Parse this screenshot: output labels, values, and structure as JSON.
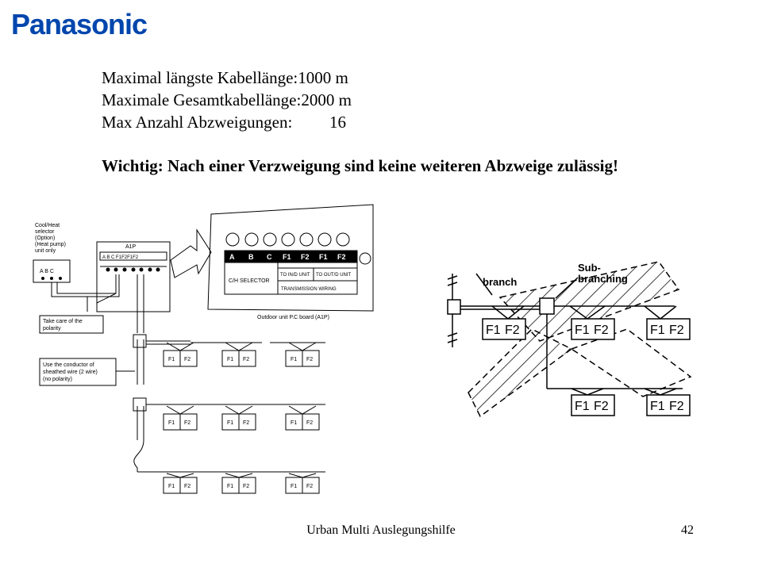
{
  "brand": "Panasonic",
  "specs": [
    {
      "label": "Maximal längste Kabellänge:",
      "value": "1000 m"
    },
    {
      "label": "Maximale Gesamtkabellänge:",
      "value": "2000 m"
    },
    {
      "label": "Max Anzahl Abzweigungen:",
      "value": "16"
    }
  ],
  "warning": "Wichtig: Nach einer Verzweigung sind keine weiteren Abzweige zulässig!",
  "left_diagram": {
    "selector_label": [
      "Cool/Heat",
      "selector",
      "(Option)",
      "(Heat pump)",
      "unit only"
    ],
    "selector_terminals": "A B C",
    "board_label": "A1P",
    "board_terminals": [
      "A",
      "B",
      "C",
      "F1",
      "F2",
      "F1",
      "F2"
    ],
    "zoom_terminals": [
      "A",
      "B",
      "C",
      "F1",
      "F2",
      "F1",
      "F2"
    ],
    "ch_selector": "C/H SELECTOR",
    "to_indoor": "TO IN/D UNIT",
    "to_outdoor": "TO OUT/D UNIT",
    "transmission": "TRANSMISSION WIRING",
    "board_caption": "Outdoor unit P.C board (A1P)",
    "polarity_note": [
      "Take care of the",
      "polarity"
    ],
    "conductor_note": [
      "Use the conductor of",
      "sheathed wire (2 wire)",
      "(no polarity)"
    ],
    "unit_f1": "F1",
    "unit_f2": "F2"
  },
  "right_diagram": {
    "branch_label": "branch",
    "sub_branching_label": [
      "Sub-",
      "branching"
    ],
    "unit_f1": "F1",
    "unit_f2": "F2"
  },
  "footer": "Urban Multi Auslegungshilfe",
  "page_number": "42"
}
